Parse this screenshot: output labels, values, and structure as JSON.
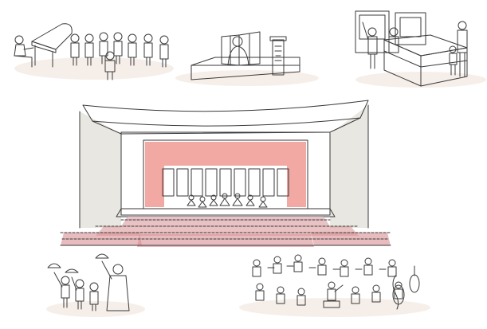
{
  "scroll_text": "",
  "colors": {
    "curtain": "#f2a9a4",
    "curtain_back": "#f8c9c5",
    "seat": "#d98f92",
    "wall": "#e9e7e1",
    "ceiling": "#f1efea",
    "paper_wash": "#f6efe9",
    "skin": "#f4d3b8",
    "kimono_green": "#9ec79a",
    "folding_screen": "#e9d785",
    "display_case": "#cfe0ea",
    "hina_blocks": "#f1c7c9"
  },
  "vignettes": [
    {
      "id": "choir",
      "icon": "choir-with-piano-icon"
    },
    {
      "id": "rakugo",
      "icon": "kimono-performer-on-stage-icon"
    },
    {
      "id": "exhibition",
      "icon": "museum-exhibition-icon"
    },
    {
      "id": "hall",
      "icon": "concert-hall-stage-icon"
    },
    {
      "id": "dance",
      "icon": "fan-dance-group-icon"
    },
    {
      "id": "orchestra",
      "icon": "orchestra-ensemble-icon"
    }
  ]
}
